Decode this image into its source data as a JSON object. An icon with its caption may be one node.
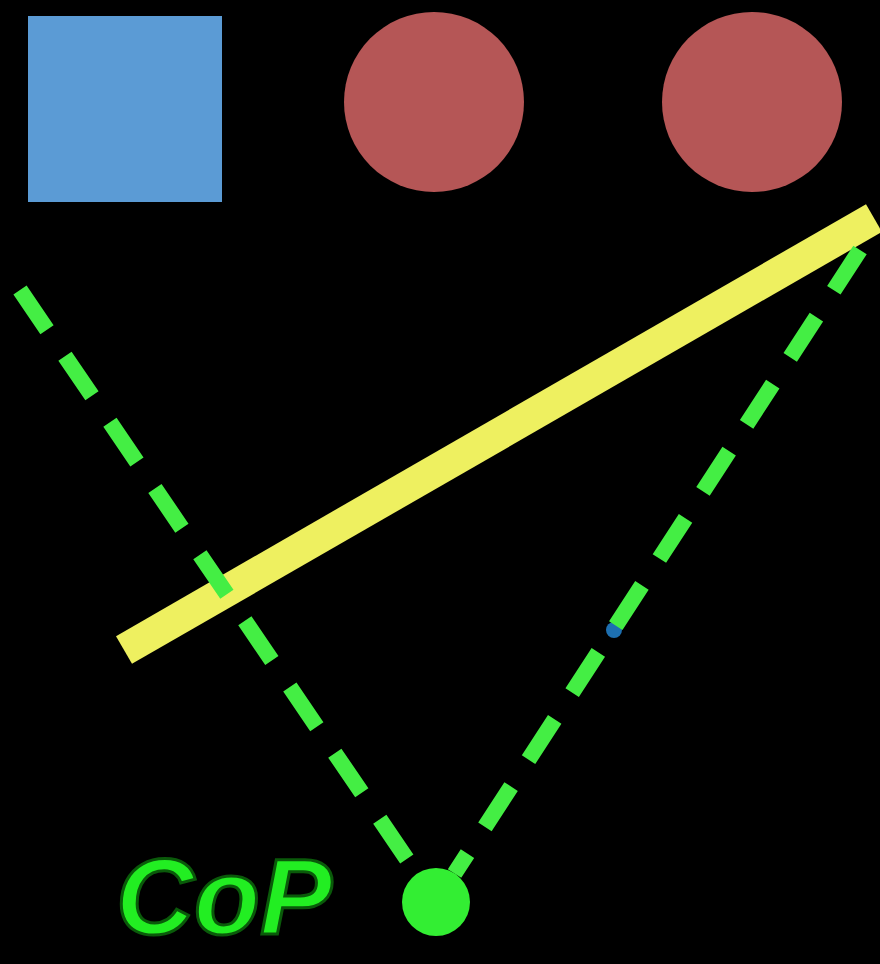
{
  "diagram": {
    "nodes": [
      {
        "text": [],
        "shape": "box"
      },
      {
        "text": [],
        "shape": "circle"
      },
      {
        "text": [],
        "shape": "circle"
      },
      {
        "text": [],
        "shape": "circle",
        "beside": [
          "CoP"
        ]
      }
    ],
    "edges": [
      {
        "from": null,
        "to": 3,
        "arrow": "none",
        "style": "dashed"
      },
      {
        "from": null,
        "to": 3,
        "arrow": "none",
        "style": "dashed"
      }
    ]
  }
}
